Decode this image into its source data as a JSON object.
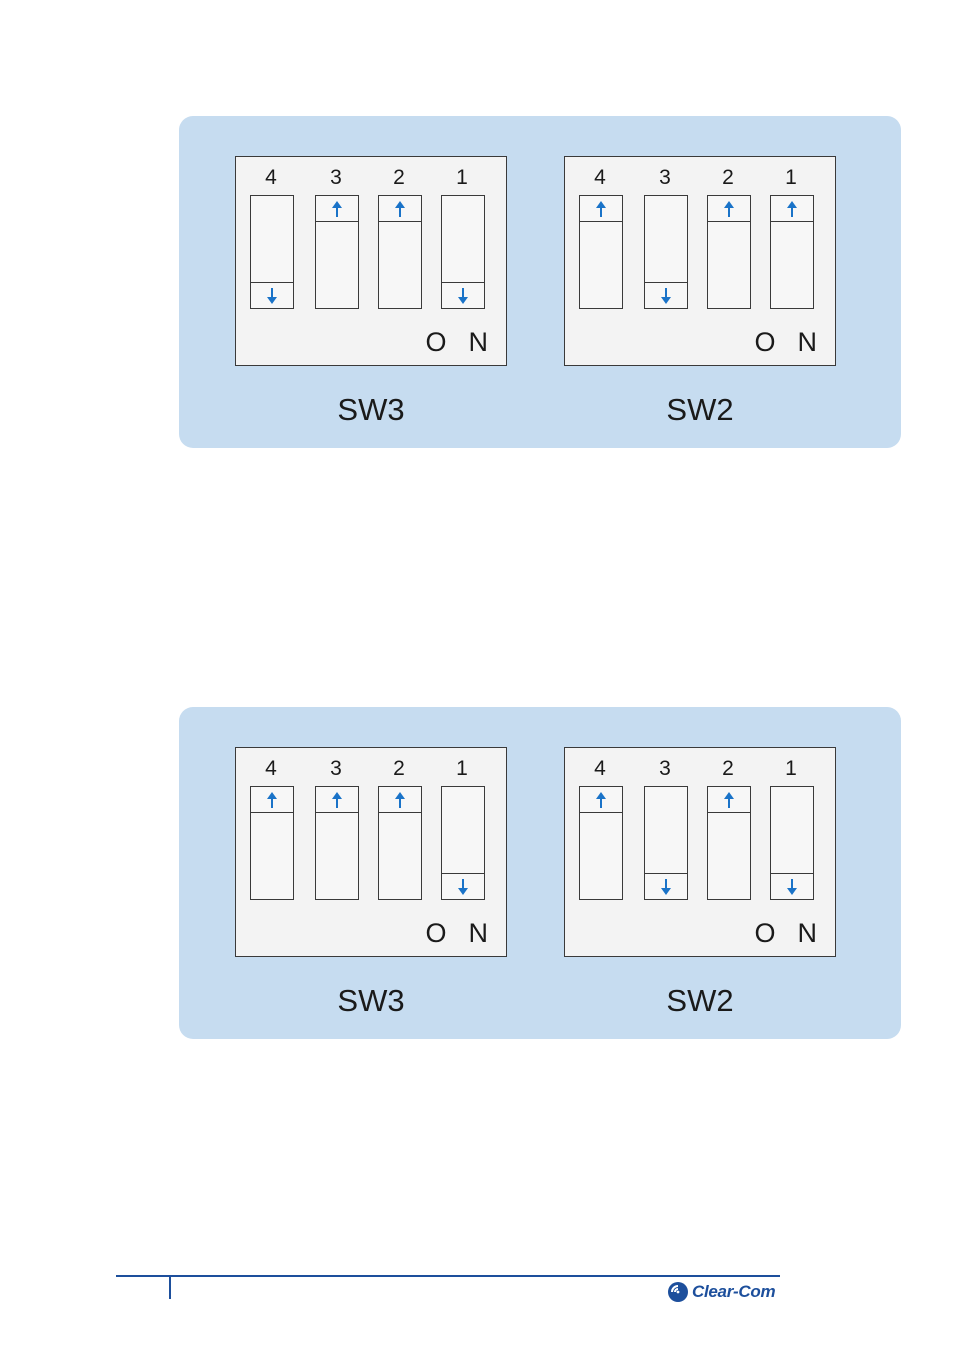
{
  "colors": {
    "panel": "#c6dcf0",
    "arrow": "#1a73c8",
    "brand": "#1d4f9c"
  },
  "figures": [
    {
      "blocks": [
        {
          "name": "SW3",
          "on_label": "ON",
          "switches": [
            {
              "number": "4",
              "state": "down"
            },
            {
              "number": "3",
              "state": "up"
            },
            {
              "number": "2",
              "state": "up"
            },
            {
              "number": "1",
              "state": "down"
            }
          ]
        },
        {
          "name": "SW2",
          "on_label": "ON",
          "switches": [
            {
              "number": "4",
              "state": "up"
            },
            {
              "number": "3",
              "state": "down"
            },
            {
              "number": "2",
              "state": "up"
            },
            {
              "number": "1",
              "state": "up"
            }
          ]
        }
      ]
    },
    {
      "blocks": [
        {
          "name": "SW3",
          "on_label": "ON",
          "switches": [
            {
              "number": "4",
              "state": "up"
            },
            {
              "number": "3",
              "state": "up"
            },
            {
              "number": "2",
              "state": "up"
            },
            {
              "number": "1",
              "state": "down"
            }
          ]
        },
        {
          "name": "SW2",
          "on_label": "ON",
          "switches": [
            {
              "number": "4",
              "state": "up"
            },
            {
              "number": "3",
              "state": "down"
            },
            {
              "number": "2",
              "state": "up"
            },
            {
              "number": "1",
              "state": "down"
            }
          ]
        }
      ]
    }
  ],
  "footer": {
    "logo_text": "Clear-Com"
  }
}
